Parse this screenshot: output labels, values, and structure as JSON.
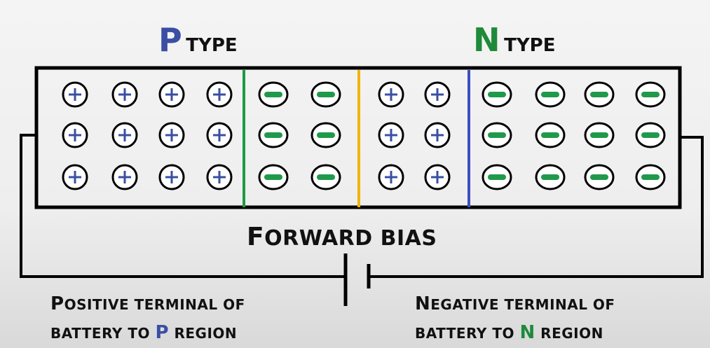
{
  "colors": {
    "p_blue": "#3a4fa3",
    "n_green": "#1e8a3a",
    "junction_orange": "#f2b400",
    "border": "#000000",
    "minus_green": "#1f9a4a"
  },
  "header": {
    "p_letter": "P",
    "p_word": "TYPE",
    "n_letter": "N",
    "n_word": "TYPE"
  },
  "diagram": {
    "title_initial": "F",
    "title_rest": "ORWARD BIAS",
    "rows": 3,
    "p_region": {
      "plus_cols": 4,
      "minus_cols": 2
    },
    "n_region": {
      "plus_cols": 2,
      "minus_cols": 4
    },
    "plus_icon": "plus-ion-icon",
    "minus_icon": "minus-ion-icon",
    "battery_icon": "battery-icon"
  },
  "left_caption": {
    "line1_initial": "P",
    "line1_rest": "OSITIVE TERMINAL OF",
    "line2_prefix": "BATTERY TO ",
    "line2_region": "P",
    "line2_suffix": " REGION"
  },
  "right_caption": {
    "line1_initial": "N",
    "line1_rest": "EGATIVE TERMINAL OF",
    "line2_prefix": "BATTERY TO ",
    "line2_region": "N",
    "line2_suffix": " REGION"
  }
}
